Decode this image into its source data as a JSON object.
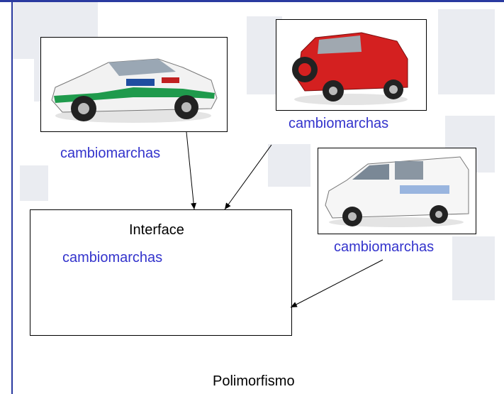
{
  "images": {
    "rally_car": {
      "label": "cambiomarchas"
    },
    "red_jeep": {
      "label": "cambiomarchas"
    },
    "white_van": {
      "label": "cambiomarchas"
    }
  },
  "interface_box": {
    "title": "Interface",
    "method": "cambiomarchas"
  },
  "caption": "Polimorfismo",
  "colors": {
    "frame": "#2a3aa0",
    "label_blue": "#3333cc"
  }
}
